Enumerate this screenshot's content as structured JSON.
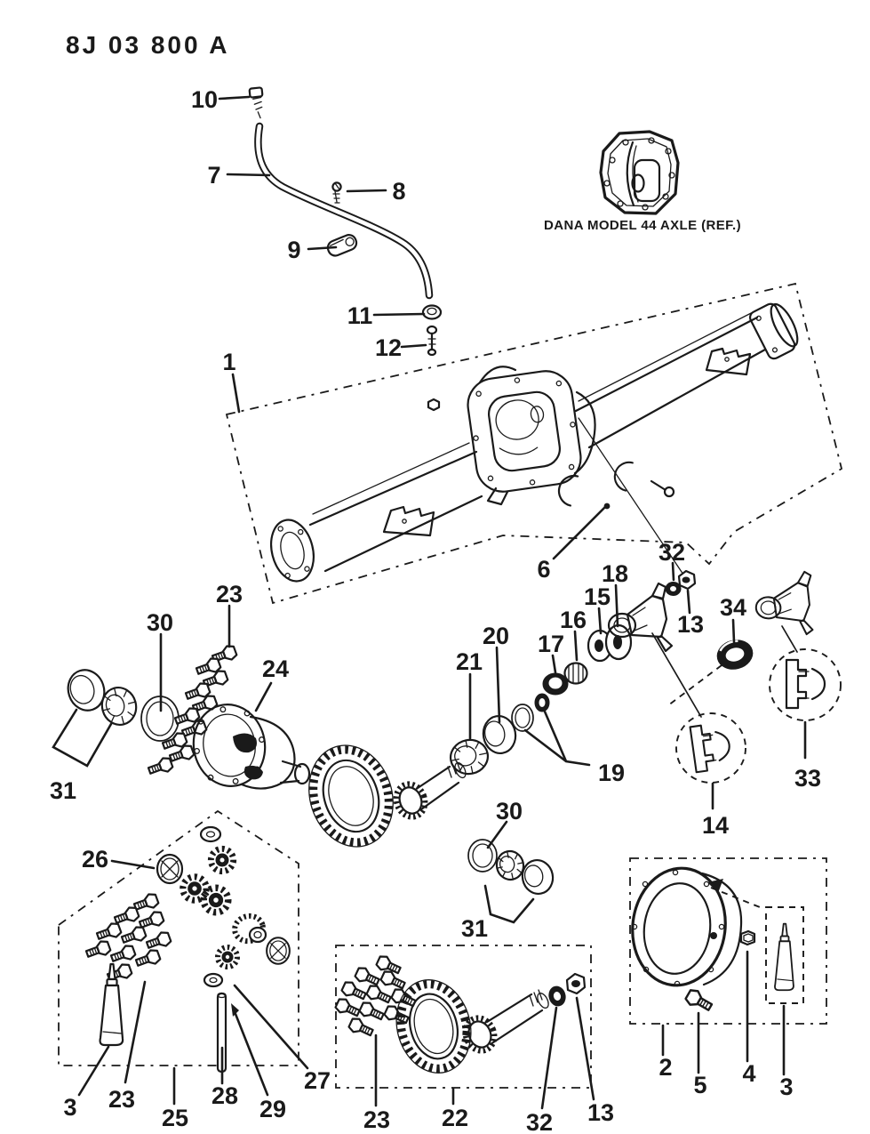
{
  "page": {
    "figure_code": "8J 03 800 A",
    "reference_caption": "DANA MODEL 44 AXLE (REF.)"
  },
  "colors": {
    "ink": "#1a1a1a",
    "paper": "#ffffff"
  },
  "callouts": [
    {
      "label": "10"
    },
    {
      "label": "7"
    },
    {
      "label": "8"
    },
    {
      "label": "9"
    },
    {
      "label": "11"
    },
    {
      "label": "12"
    },
    {
      "label": "1"
    },
    {
      "label": "6"
    },
    {
      "label": "32"
    },
    {
      "label": "13"
    },
    {
      "label": "18"
    },
    {
      "label": "15"
    },
    {
      "label": "16"
    },
    {
      "label": "17"
    },
    {
      "label": "20"
    },
    {
      "label": "21"
    },
    {
      "label": "19"
    },
    {
      "label": "34"
    },
    {
      "label": "33"
    },
    {
      "label": "14"
    },
    {
      "label": "30"
    },
    {
      "label": "23"
    },
    {
      "label": "24"
    },
    {
      "label": "31"
    },
    {
      "label": "26"
    },
    {
      "label": "30"
    },
    {
      "label": "31"
    },
    {
      "label": "3"
    },
    {
      "label": "23"
    },
    {
      "label": "25"
    },
    {
      "label": "28"
    },
    {
      "label": "29"
    },
    {
      "label": "27"
    },
    {
      "label": "23"
    },
    {
      "label": "22"
    },
    {
      "label": "32"
    },
    {
      "label": "13"
    },
    {
      "label": "2"
    },
    {
      "label": "5"
    },
    {
      "label": "4"
    },
    {
      "label": "3"
    }
  ]
}
